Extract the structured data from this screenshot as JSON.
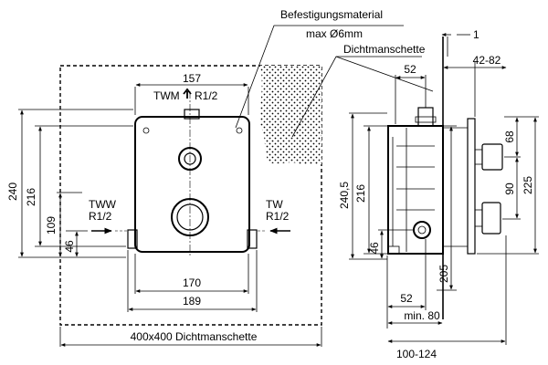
{
  "labels": {
    "fixing_material": "Befestigungsmaterial",
    "fixing_material_size": "max Ø6mm",
    "sealing_collar": "Dichtmanschette",
    "twm": "TWM",
    "twm_thread": "R1/2",
    "tww": "TWW",
    "tww_thread": "R1/2",
    "tw": "TW",
    "tw_thread": "R1/2",
    "collar_size": "400x400 Dichtmanschette"
  },
  "front_view": {
    "width_top": "157",
    "width_inner": "170",
    "width_outer": "189",
    "height_total": "240",
    "height_body": "216",
    "height_inlet": "109",
    "height_bottom": "46"
  },
  "side_view": {
    "dim_1": "1",
    "depth_range": "42-82",
    "top_offset": "52",
    "height_total": "240,5",
    "height_body": "216",
    "height_bottom": "46",
    "height_68": "68",
    "height_90": "90",
    "height_225": "225",
    "height_205": "205",
    "bottom_offset": "52",
    "min_depth": "min. 80",
    "depth_total": "100-124"
  }
}
